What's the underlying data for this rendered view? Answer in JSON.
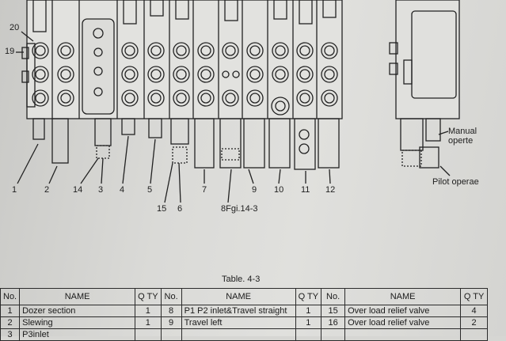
{
  "callouts": {
    "n20": "20",
    "n19": "19",
    "n1": "1",
    "n2": "2",
    "n14": "14",
    "n3": "3",
    "n4": "4",
    "n5": "5",
    "n15": "15",
    "n6": "6",
    "n7": "7",
    "fig": "8Fgi.14-3",
    "n9": "9",
    "n10": "10",
    "n11": "11",
    "n12": "12"
  },
  "side_notes": {
    "manual": "Manual operte",
    "pilot": "Pilot operae"
  },
  "table": {
    "caption": "Table. 4-3",
    "headers": [
      "No.",
      "NAME",
      "Q TY",
      "No.",
      "NAME",
      "Q TY",
      "No.",
      "NAME",
      "Q TY"
    ],
    "rows": [
      [
        "1",
        "Dozer section",
        "1",
        "8",
        "P1 P2 inlet&Travel straight",
        "1",
        "15",
        "Over load relief valve",
        "4"
      ],
      [
        "2",
        "Slewing",
        "1",
        "9",
        "Travel left",
        "1",
        "16",
        "Over load relief valve",
        "2"
      ],
      [
        "3",
        "P3inlet",
        "",
        "",
        "",
        "",
        "",
        "",
        ""
      ]
    ]
  }
}
